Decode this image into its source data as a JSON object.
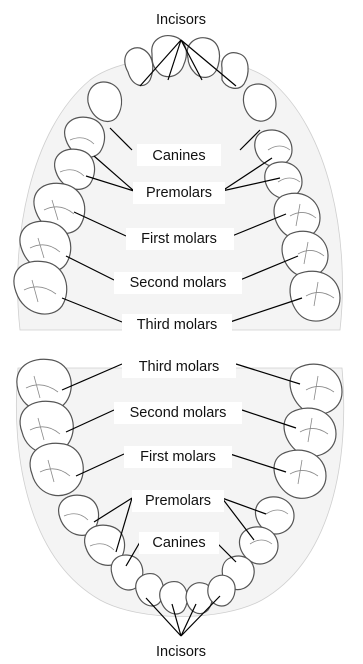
{
  "upper_arch": {
    "incisors": "Incisors",
    "canines": "Canines",
    "premolars": "Premolars",
    "first_molars": "First molars",
    "second_molars": "Second molars",
    "third_molars": "Third molars"
  },
  "lower_arch": {
    "third_molars": "Third molars",
    "second_molars": "Second molars",
    "first_molars": "First molars",
    "premolars": "Premolars",
    "canines": "Canines",
    "incisors": "Incisors"
  }
}
